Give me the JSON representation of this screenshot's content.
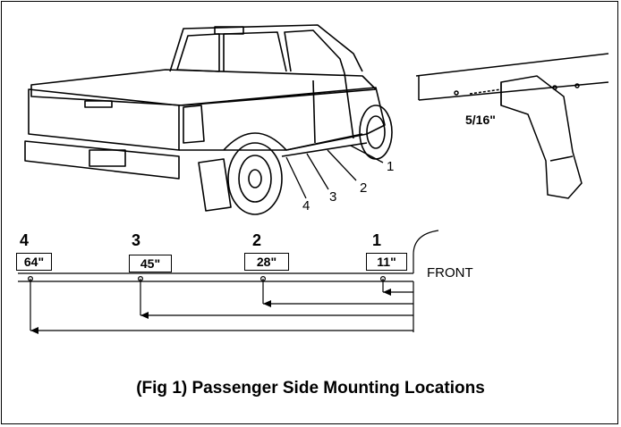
{
  "caption": "(Fig 1) Passenger Side Mounting Locations",
  "drill_bit_size": "5/16\"",
  "front_label": "FRONT",
  "truck_callouts": [
    "1",
    "2",
    "3",
    "4"
  ],
  "locations": [
    {
      "number": "4",
      "distance": "64\""
    },
    {
      "number": "3",
      "distance": "45\""
    },
    {
      "number": "2",
      "distance": "28\""
    },
    {
      "number": "1",
      "distance": "11\""
    }
  ]
}
